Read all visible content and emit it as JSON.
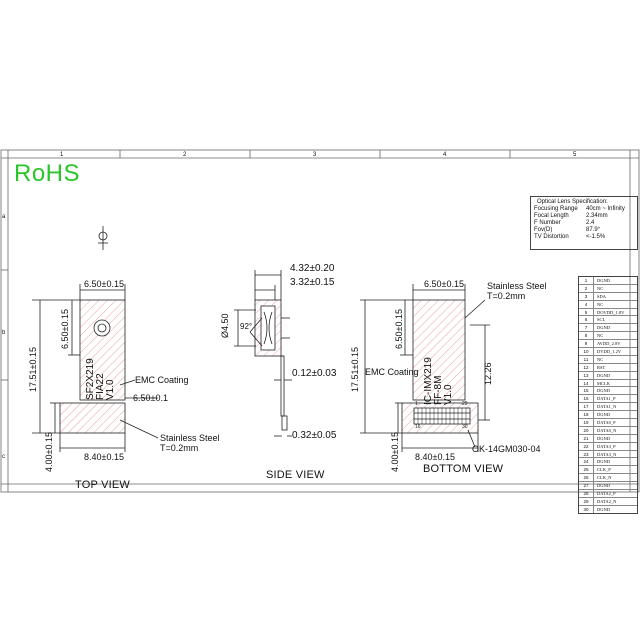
{
  "rohs": "RoHS",
  "grid": {
    "cols": [
      "1",
      "2",
      "3",
      "4",
      "5"
    ],
    "rows": [
      "a",
      "b",
      "c"
    ]
  },
  "spec": {
    "title": "Optical Lens Specification:",
    "rows": [
      {
        "k": "Focusing Range",
        "v": "40cm ~ Infinity"
      },
      {
        "k": "Focal Length",
        "v": "2.34mm"
      },
      {
        "k": "F Number",
        "v": "2.4"
      },
      {
        "k": "Fov(D)",
        "v": "87.9°"
      },
      {
        "k": "TV Distortion",
        "v": "<-1.5%"
      }
    ]
  },
  "top_view": {
    "label": "TOP VIEW",
    "dim_width_top": "6.50±0.15",
    "dim_height_inner": "6.50±0.15",
    "dim_total_height": "17.51±0.15",
    "dim_bottom_height": "4.00±0.15",
    "dim_bottom_width": "8.40±0.15",
    "dim_offset": "6.50±0.1",
    "chip_lines": [
      "SF2X219",
      "FIA22",
      "V1.0"
    ],
    "emc": "EMC Coating",
    "steel": "Stainless Steel",
    "steel_t": "T=0.2mm"
  },
  "side_view": {
    "label": "SIDE VIEW",
    "dim1": "4.32±0.20",
    "dim2": "3.32±0.15",
    "dim_lens": "Ø4.50",
    "angle": "92°",
    "dim3": "0.12±0.03",
    "dim4": "0.32±0.05"
  },
  "bottom_view": {
    "label": "BOTTOM VIEW",
    "dim_width_top": "6.50±0.15",
    "dim_height_inner": "6.50±0.15",
    "dim_total_height": "17.51±0.15",
    "dim_bottom_height": "4.00±0.15",
    "dim_bottom_width": "8.40±0.15",
    "dim_right": "12.26",
    "chip_lines": [
      "IC-IMX219",
      "FF-8M",
      "V1.0"
    ],
    "emc": "EMC Coating",
    "steel": "Stainless Steel",
    "steel_t": "T=0.2mm",
    "connector": "OK-14GM030-04",
    "pin_left_top": "1",
    "pin_right_top": "29",
    "pin_left_bot": "16",
    "pin_right_bot": "30"
  },
  "pins": [
    {
      "n": "1",
      "s": "DGND"
    },
    {
      "n": "2",
      "s": "NC"
    },
    {
      "n": "3",
      "s": "SDA"
    },
    {
      "n": "4",
      "s": "NC"
    },
    {
      "n": "5",
      "s": "DOVDD_1.8V"
    },
    {
      "n": "6",
      "s": "SCL"
    },
    {
      "n": "7",
      "s": "DGND"
    },
    {
      "n": "8",
      "s": "NC"
    },
    {
      "n": "9",
      "s": "AVDD_2.8V"
    },
    {
      "n": "10",
      "s": "DVDD_1.2V"
    },
    {
      "n": "11",
      "s": "NC"
    },
    {
      "n": "12",
      "s": "RST"
    },
    {
      "n": "13",
      "s": "DGND"
    },
    {
      "n": "14",
      "s": "MCLK"
    },
    {
      "n": "15",
      "s": "DGND"
    },
    {
      "n": "16",
      "s": "DATA1_P"
    },
    {
      "n": "17",
      "s": "DATA1_N"
    },
    {
      "n": "18",
      "s": "DGND"
    },
    {
      "n": "19",
      "s": "DATA0_P"
    },
    {
      "n": "20",
      "s": "DATA0_N"
    },
    {
      "n": "21",
      "s": "DGND"
    },
    {
      "n": "22",
      "s": "DATA3_P"
    },
    {
      "n": "23",
      "s": "DATA3_N"
    },
    {
      "n": "24",
      "s": "DGND"
    },
    {
      "n": "25",
      "s": "CLK_P"
    },
    {
      "n": "26",
      "s": "CLK_N"
    },
    {
      "n": "27",
      "s": "DGND"
    },
    {
      "n": "28",
      "s": "DATA2_P"
    },
    {
      "n": "29",
      "s": "DATA2_N"
    },
    {
      "n": "30",
      "s": "DGND"
    }
  ]
}
